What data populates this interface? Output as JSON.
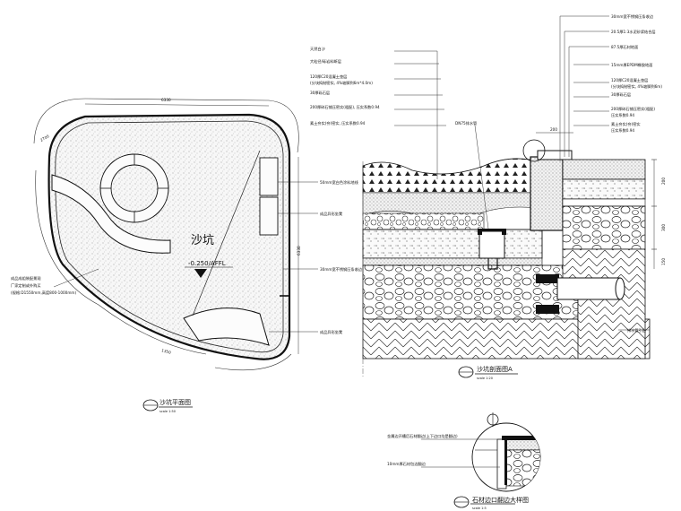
{
  "plan": {
    "title": "沙坑平面图",
    "scale_note": "scale 1:50",
    "sandpit_label": "沙坑",
    "elevation": "-0.250/AFFL",
    "dims": {
      "top": "6330",
      "right": "6330",
      "diag_a": "2700",
      "diag_b": "1350"
    },
    "notes": {
      "paint_strip": "50mm宽白色涂料地线",
      "custom_seat": "成品异形坐凳",
      "stainless_edge": "30mm宽不锈钢压条收边",
      "custom_seat_2": "成品异形坐凳",
      "left_note_1": "成品成组装配景观",
      "left_note_2": "厂家定制或外购买",
      "left_note_3": "(规格:D1550mm,高度800-1000mm)"
    }
  },
  "section": {
    "title": "沙坑剖面图A",
    "scale_note": "scale 1:20",
    "left_labels": [
      "天然白沙",
      "大粒径/砾岩料断层",
      "120厚C20混凝土垫层",
      "(分块捣制密实, 4%坡脚到6m*4.0m)",
      "30厚砾石层",
      "200厚碎石铺压密实(粗配), 压实系数0.94",
      "素土夯实(夯)密实, 压实系数0.94"
    ],
    "pipe_label": "DN75排水管",
    "right_labels": [
      "30mm宽不锈钢压条收边",
      "20.5厚1:3水泥砂浆结合层",
      "87.5厚石材地面",
      "15mm厚EPDM橡胶地面",
      "120厚C20混凝土垫层",
      "(分块捣制密实, 4%坡脚到6m)",
      "30厚砾石层",
      "200厚碎石铺压密实(粗配)",
      "压实系数0.94",
      "素土夯实(夯)密实",
      "压实系数0.94"
    ],
    "dims": {
      "d1": "200",
      "d2": "200",
      "d3": "300",
      "d4": "150"
    },
    "drain_label": "排水管引出"
  },
  "detail": {
    "title": "石材边口翻边大样图",
    "scale_note": "scale 1:5",
    "note_1": "金属边开槽后石材翻边(上下边口均是翻边)",
    "note_2": "10mm厚石材包边翻边"
  }
}
